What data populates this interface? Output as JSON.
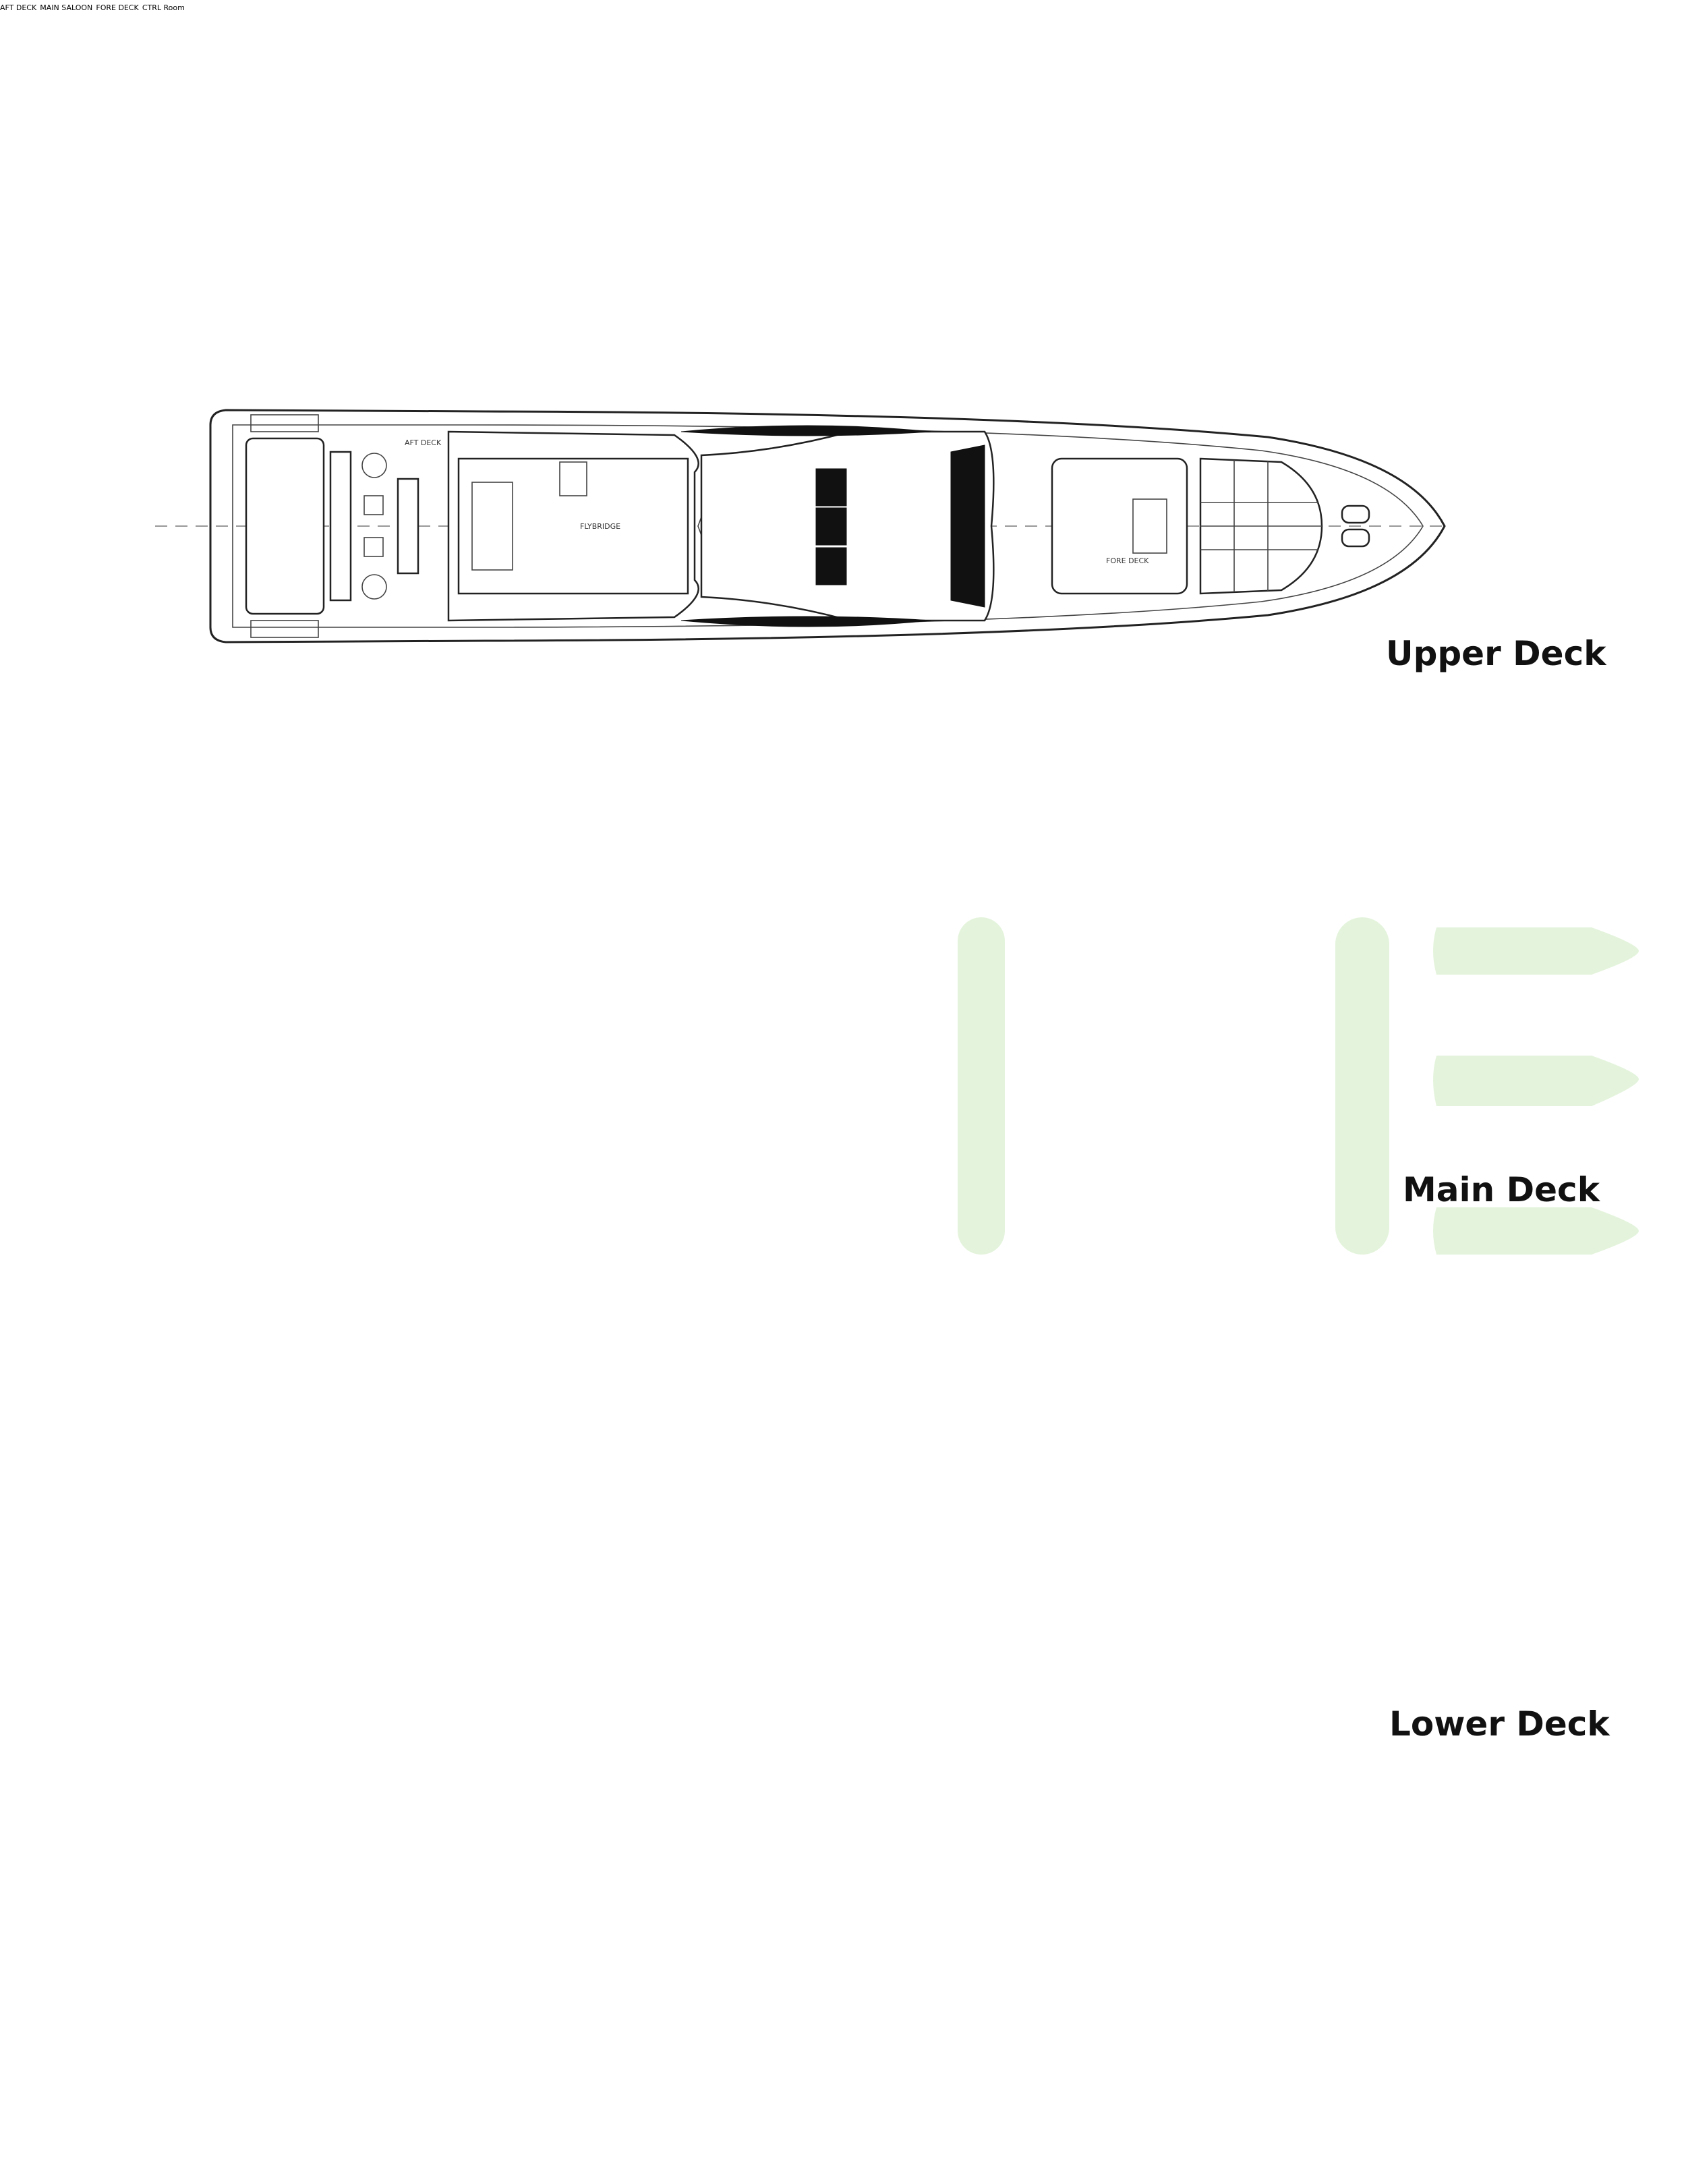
{
  "decks": [
    {
      "title": "Upper Deck",
      "areas": {
        "aft": "AFT DECK",
        "mid": "FLYBRIDGE",
        "fore": "FORE DECK"
      }
    },
    {
      "title": "Main Deck",
      "areas": {
        "aft": "AFT DECK",
        "mid": "MAIN SALOON",
        "fore": "FORE DECK"
      }
    },
    {
      "title": "Lower Deck",
      "areas": {
        "ctrl": "CTRL Room"
      }
    }
  ],
  "colors": {
    "line": "#222222",
    "watermark": "#dff2d6"
  }
}
